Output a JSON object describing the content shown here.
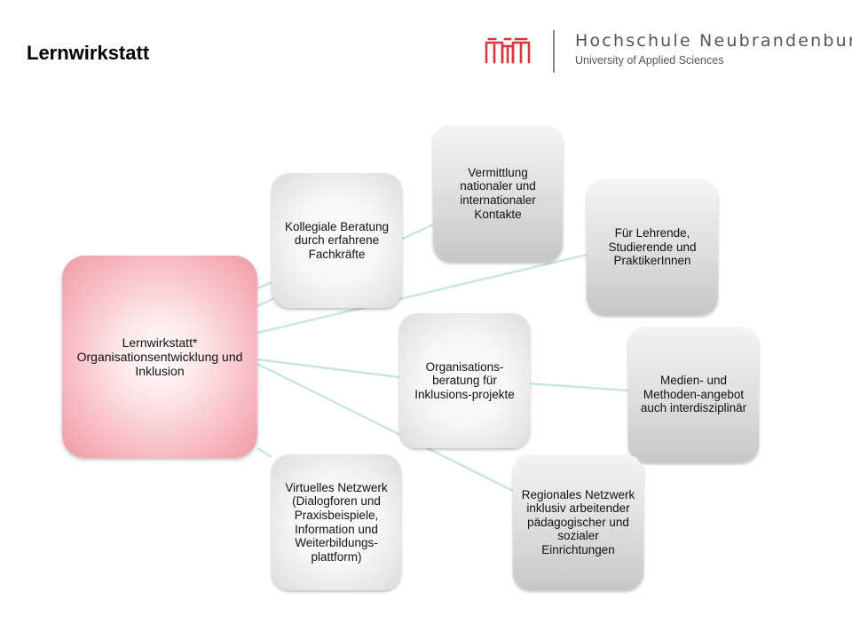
{
  "header": {
    "title": "Lernwirkstatt",
    "logo": {
      "name": "Hochschule Neubrandenburg",
      "subtitle": "University of Applied Sciences"
    }
  },
  "diagram": {
    "center": "Lernwirkstatt* Organisationsentwicklung und Inklusion",
    "nodes": {
      "kollegiale": "Kollegiale Beratung durch erfahrene Fachkräfte",
      "vermittlung": "Vermittlung nationaler und internationaler Kontakte",
      "lehrende": "Für Lehrende, Studierende und PraktikerInnen",
      "organisation": "Organisations-beratung für Inklusions-projekte",
      "medien": "Medien- und Methoden-angebot auch interdisziplinär",
      "regional": "Regionales Netzwerk inklusiv arbeitender pädagogischer und sozialer Einrichtungen",
      "virtuell": "Virtuelles Netzwerk (Dialogforen und Praxisbeispiele, Information und Weiterbildungs-plattform)"
    }
  },
  "colors": {
    "center_fill": "#f7b9c0",
    "connector": "#c9e3ec",
    "logo_red": "#d9363e",
    "text": "#111111"
  }
}
